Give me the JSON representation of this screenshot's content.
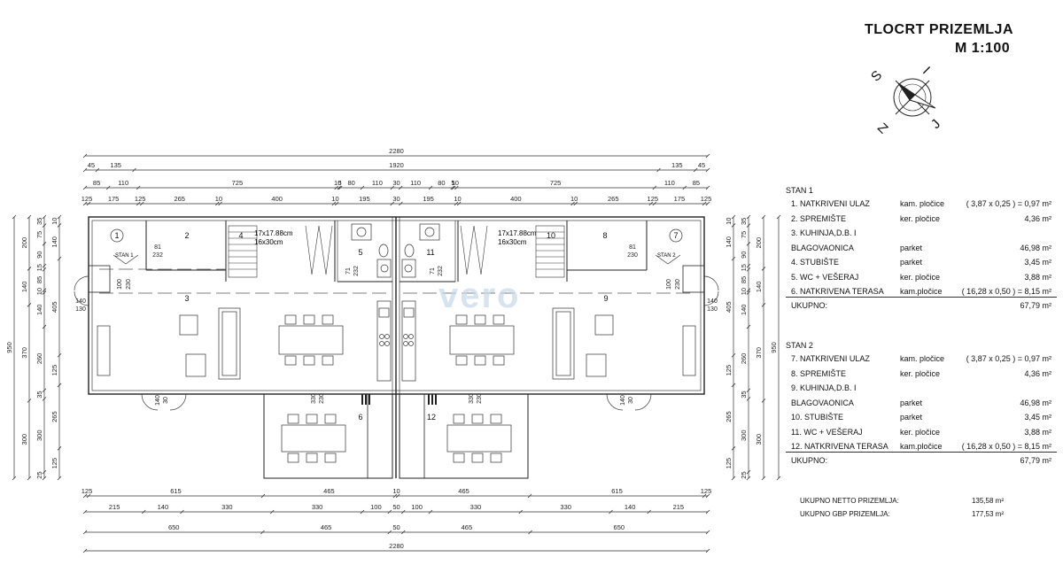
{
  "sheet": {
    "title": "TLOCRT  PRIZEMLJA",
    "scale": "M 1:100"
  },
  "compass": {
    "letters": [
      "S",
      "I",
      "Z",
      "J"
    ]
  },
  "watermark": "vero",
  "dimensions": {
    "top1": [
      "2280"
    ],
    "top2": [
      "45",
      "135",
      "1920",
      "135",
      "45"
    ],
    "top3": [
      "85",
      "110",
      "725",
      "10",
      "5",
      "80",
      "110",
      "30",
      "110",
      "80",
      "5",
      "10",
      "725",
      "110",
      "85"
    ],
    "top4": [
      "125",
      "175",
      "125",
      "265",
      "10",
      "400",
      "10",
      "195",
      "30",
      "195",
      "10",
      "400",
      "10",
      "265",
      "125",
      "175",
      "125"
    ],
    "bottom1": [
      "125",
      "615",
      "465",
      "10",
      "465",
      "615",
      "125"
    ],
    "bottom2": [
      "215",
      "140",
      "330",
      "330",
      "100",
      "50",
      "100",
      "330",
      "330",
      "140",
      "215"
    ],
    "bottom3": [
      "650",
      "465",
      "50",
      "465",
      "650"
    ],
    "bottom4": [
      "2280"
    ],
    "left_outer": [
      "950"
    ],
    "left_mid": [
      "200",
      "140",
      "370",
      "300"
    ],
    "left_inner": [
      "35",
      "75",
      "90",
      "15",
      "85",
      "10",
      "140",
      "260",
      "35",
      "300",
      "25"
    ],
    "left_wall": [
      "10",
      "140",
      "405",
      "125",
      "265",
      "125"
    ],
    "right_outer": [
      "950"
    ],
    "right_mid": [
      "200",
      "140",
      "370",
      "300"
    ],
    "right_inner": [
      "35",
      "75",
      "90",
      "15",
      "85",
      "10",
      "140",
      "260",
      "35",
      "300",
      "25"
    ],
    "right_wall": [
      "10",
      "140",
      "405",
      "125",
      "265",
      "125"
    ]
  },
  "plan_labels": {
    "rooms": [
      "1",
      "2",
      "3",
      "4",
      "5",
      "6",
      "7",
      "8",
      "9",
      "10",
      "11",
      "12"
    ],
    "stan1": "STAN 1",
    "stan2": "STAN 2",
    "stair1_a": "17x17.88cm",
    "stair1_b": "16x30cm",
    "stair2_a": "17x17.88cm",
    "stair2_b": "16x30cm",
    "misc": [
      "81",
      "232",
      "81",
      "230",
      "100",
      "230",
      "100",
      "230",
      "140",
      "130",
      "140",
      "130",
      "71",
      "232",
      "71",
      "232",
      "140",
      "30",
      "140",
      "30",
      "330",
      "230",
      "330",
      "230"
    ]
  },
  "stan1": {
    "heading": "STAN 1",
    "rows": [
      {
        "name": "1. NATKRIVENI ULAZ",
        "material": "kam. pločice",
        "value": "( 3,87 x 0,25 ) = 0,97 m²"
      },
      {
        "name": "2. SPREMIŠTE",
        "material": "ker. pločice",
        "value": "4,36 m²"
      },
      {
        "name": "3.  KUHINJA,D.B. I",
        "material": "",
        "value": ""
      },
      {
        "name": "BLAGOVAONICA",
        "material": "parket",
        "value": "46,98 m²"
      },
      {
        "name": "4. STUBIŠTE",
        "material": "parket",
        "value": "3,45 m²"
      },
      {
        "name": "5. WC + VEŠERAJ",
        "material": "ker. pločice",
        "value": "3,88 m²"
      },
      {
        "name": "6. NATKRIVENA TERASA",
        "material": "kam.pločice",
        "value": "( 16,28 x 0,50 ) = 8,15 m²"
      }
    ],
    "total_label": "UKUPNO:",
    "total_value": "67,79 m²"
  },
  "stan2": {
    "heading": "STAN 2",
    "rows": [
      {
        "name": "7. NATKRIVENI ULAZ",
        "material": "kam. pločice",
        "value": "( 3,87 x 0,25 ) = 0,97 m²"
      },
      {
        "name": "8. SPREMIŠTE",
        "material": "ker. pločice",
        "value": "4,36 m²"
      },
      {
        "name": "9.  KUHINJA,D.B. I",
        "material": "",
        "value": ""
      },
      {
        "name": "BLAGOVAONICA",
        "material": "parket",
        "value": "46,98 m²"
      },
      {
        "name": "10. STUBIŠTE",
        "material": "parket",
        "value": "3,45 m²"
      },
      {
        "name": "11. WC + VEŠERAJ",
        "material": "ker. pločice",
        "value": "3,88 m²"
      },
      {
        "name": "12. NATKRIVENA TERASA",
        "material": "kam.pločice",
        "value": "( 16,28 x 0,50 ) = 8,15 m²"
      }
    ],
    "total_label": "UKUPNO:",
    "total_value": "67,79 m²"
  },
  "totals": {
    "netto_label": "UKUPNO NETTO PRIZEMLJA:",
    "netto_value": "135,58 m²",
    "gbp_label": "UKUPNO GBP PRIZEMLJA:",
    "gbp_value": "177,53 m²"
  }
}
